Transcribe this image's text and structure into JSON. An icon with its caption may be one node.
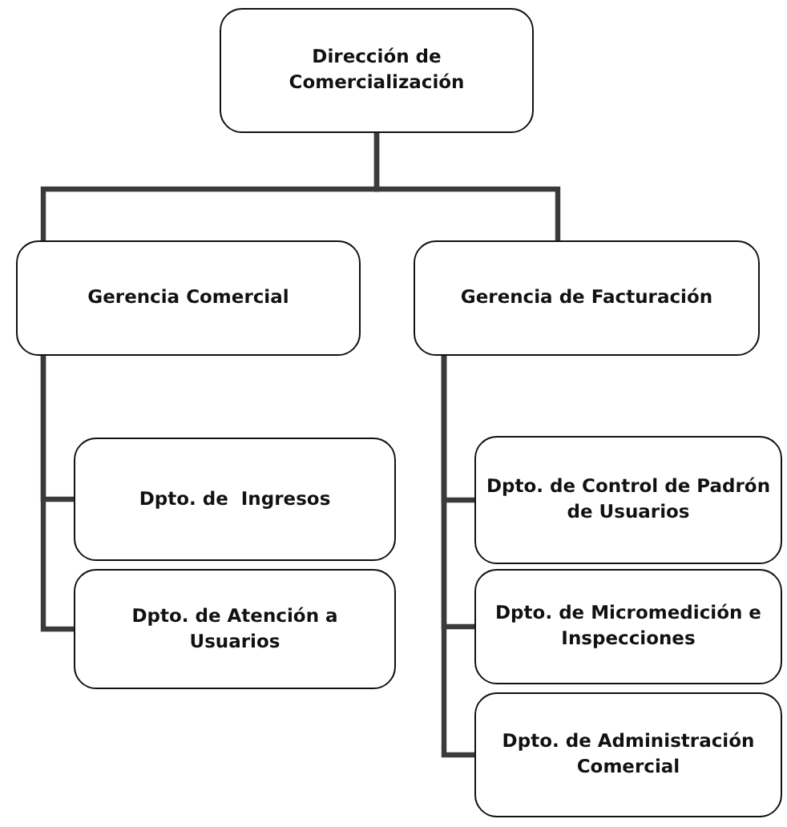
{
  "diagram": {
    "nodes": [
      {
        "text": [
          "Dirección de Comercialización"
        ]
      },
      {
        "text": [
          "Gerencia Comercial"
        ]
      },
      {
        "text": [
          "Gerencia de Facturación"
        ]
      },
      {
        "text": [
          "Dpto. de  Ingresos"
        ]
      },
      {
        "text": [
          "Dpto. de Atención a Usuarios"
        ]
      },
      {
        "text": [
          "Dpto. de Control de Padrón de Usuarios"
        ]
      },
      {
        "text": [
          "Dpto. de Micromedición e Inspecciones"
        ]
      },
      {
        "text": [
          "Dpto. de Administración Comercial"
        ]
      }
    ],
    "edges": [
      {
        "from": 0,
        "to": 1,
        "arrow": "none"
      },
      {
        "from": 0,
        "to": 2,
        "arrow": "none"
      },
      {
        "from": 1,
        "to": 3,
        "arrow": "none"
      },
      {
        "from": 1,
        "to": 4,
        "arrow": "none"
      },
      {
        "from": 2,
        "to": 5,
        "arrow": "none"
      },
      {
        "from": 2,
        "to": 6,
        "arrow": "none"
      },
      {
        "from": 2,
        "to": 7,
        "arrow": "none"
      }
    ]
  }
}
